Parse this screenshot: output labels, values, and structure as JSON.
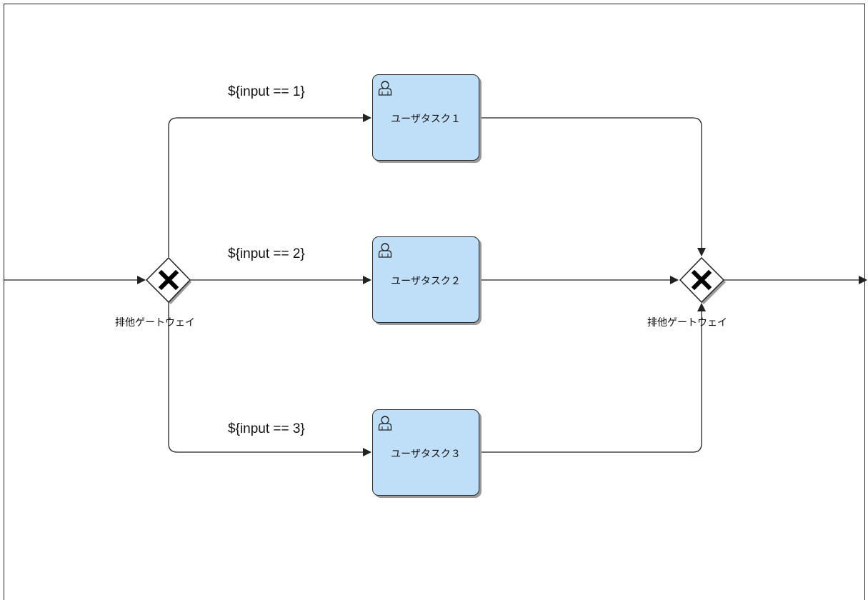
{
  "diagram": {
    "type": "BPMN process",
    "gateways": [
      {
        "id": "split",
        "label": "排他ゲートウェイ",
        "kind": "exclusive-gateway"
      },
      {
        "id": "join",
        "label": "排他ゲートウェイ",
        "kind": "exclusive-gateway"
      }
    ],
    "tasks": [
      {
        "id": "t1",
        "label": "ユーザタスク１",
        "kind": "user-task"
      },
      {
        "id": "t2",
        "label": "ユーザタスク２",
        "kind": "user-task"
      },
      {
        "id": "t3",
        "label": "ユーザタスク３",
        "kind": "user-task"
      }
    ],
    "conditions": [
      {
        "to": "t1",
        "text": "${input == 1}"
      },
      {
        "to": "t2",
        "text": "${input == 2}"
      },
      {
        "to": "t3",
        "text": "${input == 3}"
      }
    ],
    "colors": {
      "task_fill": "#bfdef7",
      "stroke": "#222222"
    }
  }
}
